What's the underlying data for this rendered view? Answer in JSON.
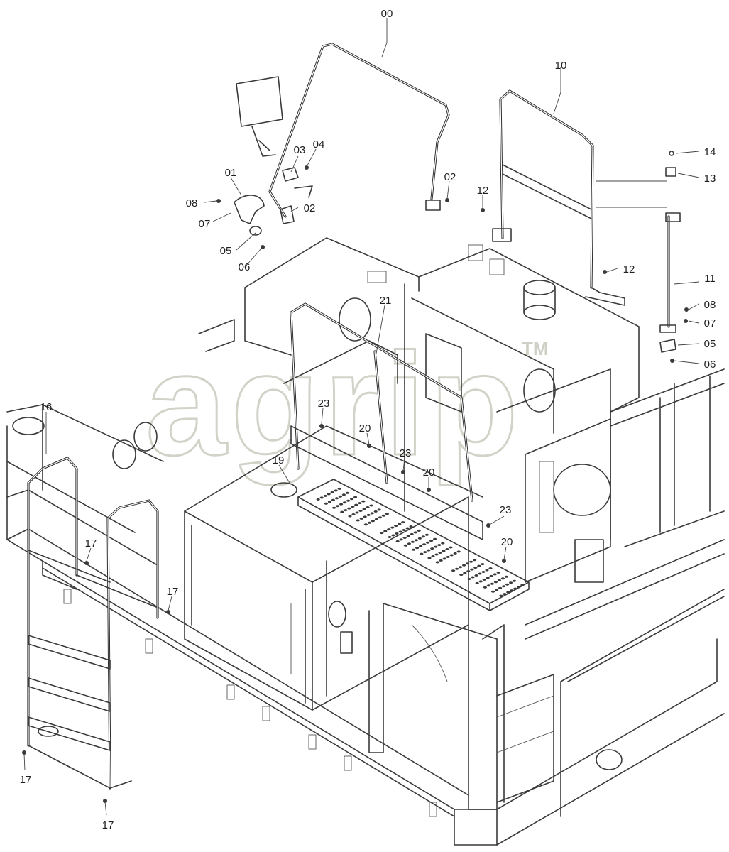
{
  "watermark": {
    "text": "agrip",
    "trademark": "TM"
  },
  "callouts": [
    {
      "id": "c00",
      "text": "00"
    },
    {
      "id": "c10",
      "text": "10"
    },
    {
      "id": "c03",
      "text": "03"
    },
    {
      "id": "c04",
      "text": "04"
    },
    {
      "id": "c01",
      "text": "01"
    },
    {
      "id": "c02a",
      "text": "02"
    },
    {
      "id": "c02b",
      "text": "02"
    },
    {
      "id": "c08a",
      "text": "08"
    },
    {
      "id": "c07a",
      "text": "07"
    },
    {
      "id": "c05a",
      "text": "05"
    },
    {
      "id": "c06a",
      "text": "06"
    },
    {
      "id": "c12a",
      "text": "12"
    },
    {
      "id": "c12b",
      "text": "12"
    },
    {
      "id": "c14",
      "text": "14"
    },
    {
      "id": "c13",
      "text": "13"
    },
    {
      "id": "c11",
      "text": "11"
    },
    {
      "id": "c08b",
      "text": "08"
    },
    {
      "id": "c07b",
      "text": "07"
    },
    {
      "id": "c05b",
      "text": "05"
    },
    {
      "id": "c06b",
      "text": "06"
    },
    {
      "id": "c21",
      "text": "21"
    },
    {
      "id": "c16",
      "text": "16"
    },
    {
      "id": "c23a",
      "text": "23"
    },
    {
      "id": "c20a",
      "text": "20"
    },
    {
      "id": "c23b",
      "text": "23"
    },
    {
      "id": "c19",
      "text": "19"
    },
    {
      "id": "c20b",
      "text": "20"
    },
    {
      "id": "c23c",
      "text": "23"
    },
    {
      "id": "c20c",
      "text": "20"
    },
    {
      "id": "c17a",
      "text": "17"
    },
    {
      "id": "c17b",
      "text": "17"
    },
    {
      "id": "c17c",
      "text": "17"
    },
    {
      "id": "c17d",
      "text": "17"
    }
  ]
}
